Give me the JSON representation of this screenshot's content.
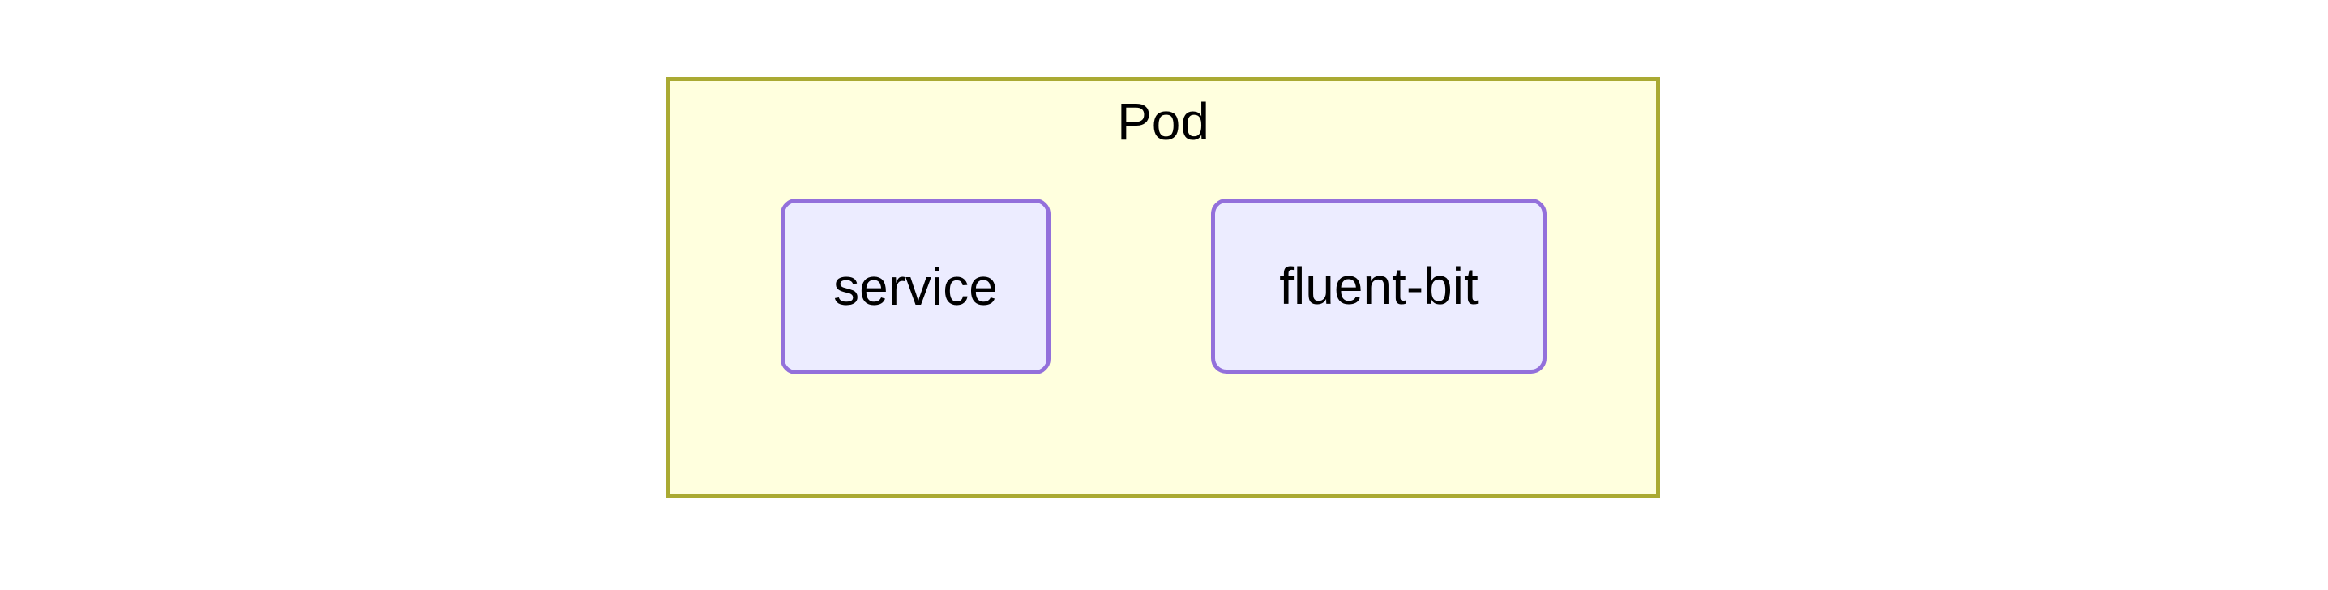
{
  "diagram": {
    "type": "flowchart-cluster",
    "cluster": {
      "label": "Pod"
    },
    "nodes": [
      {
        "id": "service",
        "label": "service",
        "shape": "rounded-rect"
      },
      {
        "id": "fluent-bit",
        "label": "fluent-bit",
        "shape": "rounded-rect"
      }
    ],
    "colors": {
      "background": "#ffffff",
      "cluster_fill": "#ffffde",
      "cluster_border": "#aaaa33",
      "node_fill": "#ececff",
      "node_border": "#9370db",
      "text": "#000000"
    }
  }
}
